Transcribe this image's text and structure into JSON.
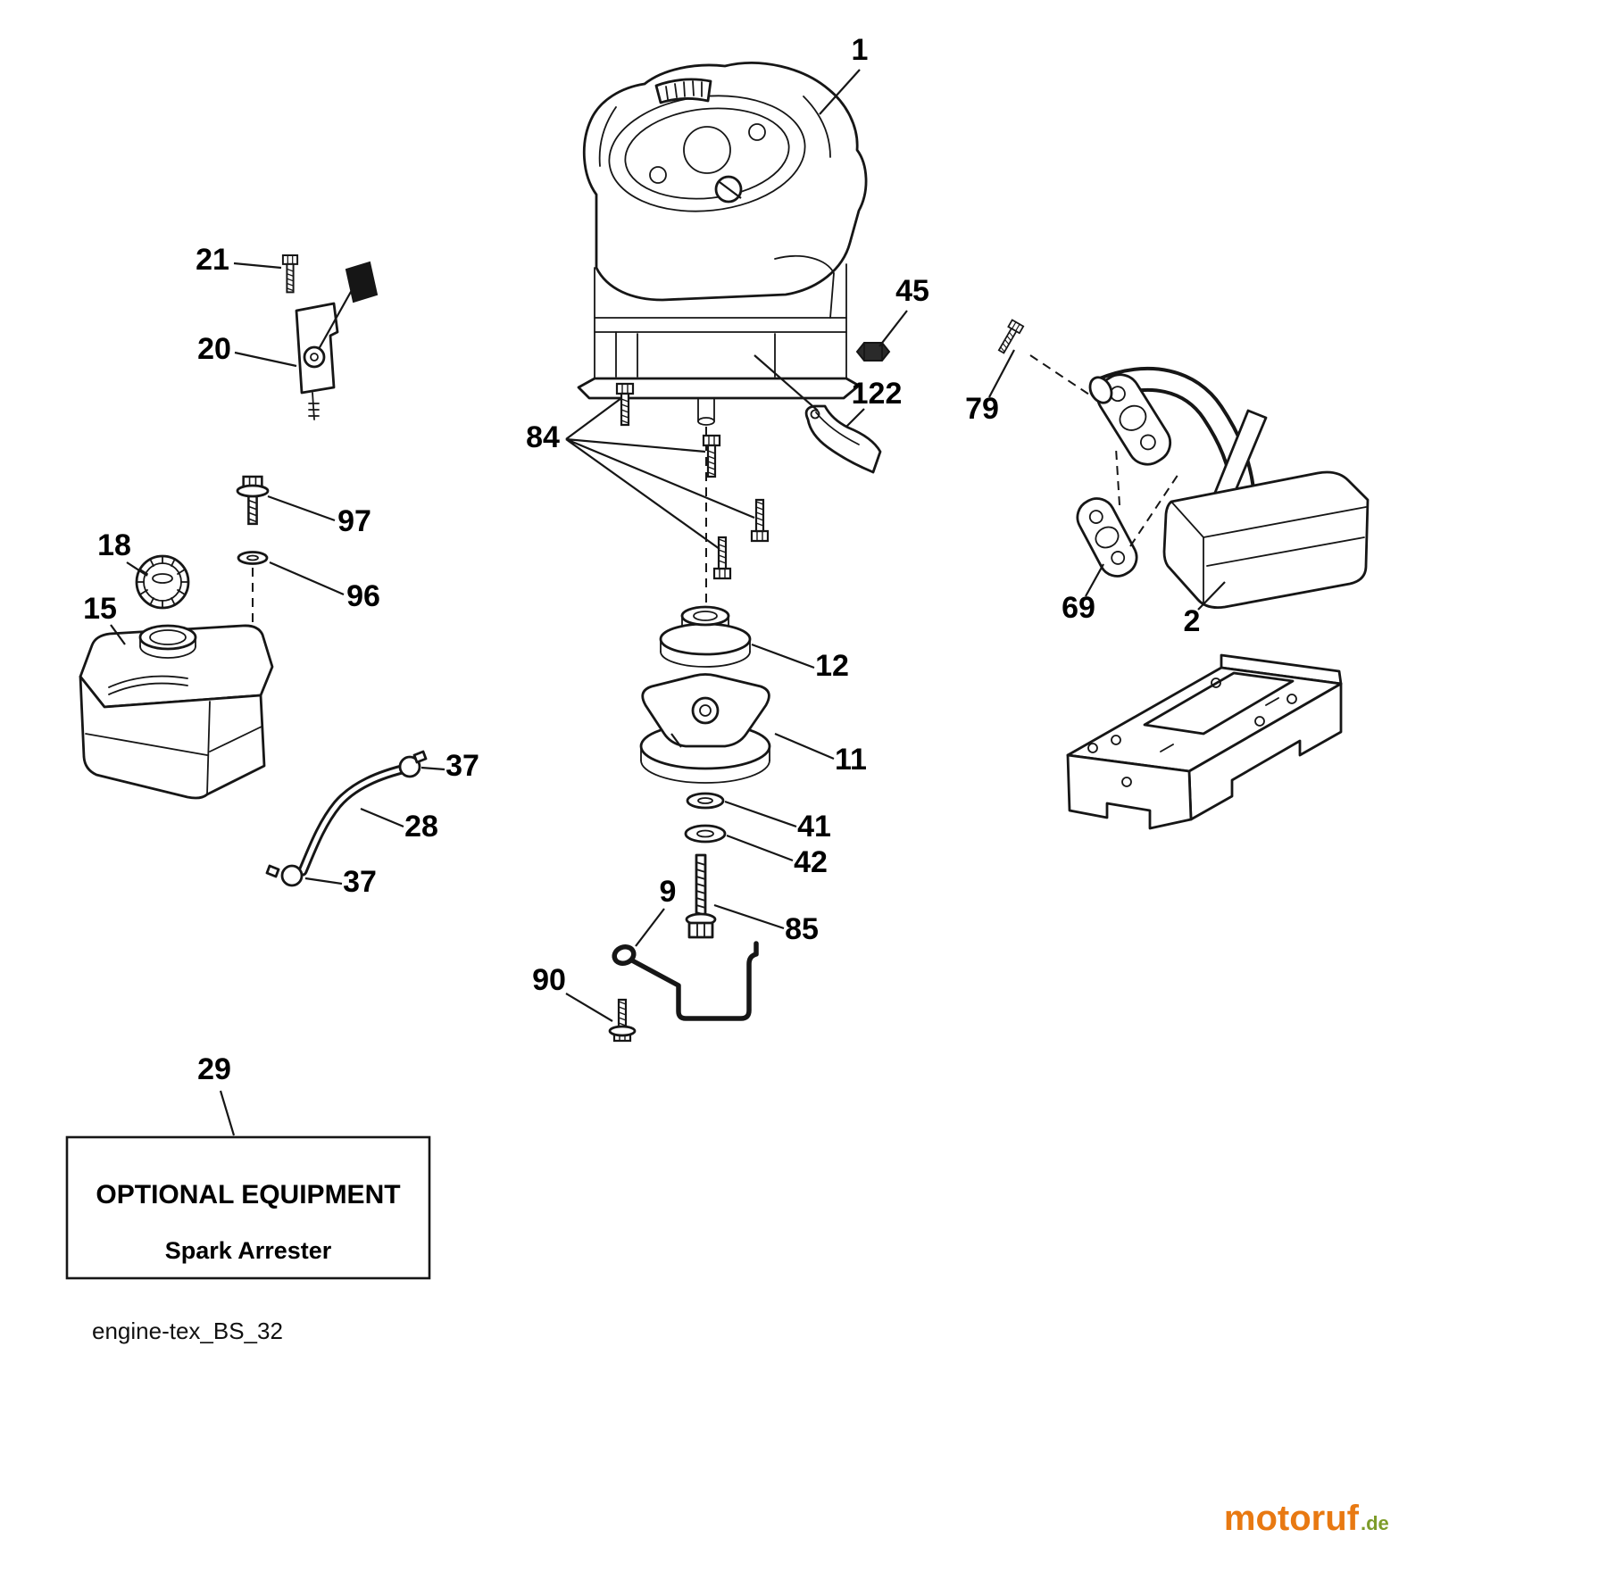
{
  "diagram": {
    "parts": {
      "p1": "1",
      "p2": "2",
      "p9": "9",
      "p11": "11",
      "p12": "12",
      "p15": "15",
      "p18": "18",
      "p20": "20",
      "p21": "21",
      "p28": "28",
      "p29": "29",
      "p37": "37",
      "p41": "41",
      "p42": "42",
      "p45": "45",
      "p69": "69",
      "p79": "79",
      "p84": "84",
      "p85": "85",
      "p90": "90",
      "p96": "96",
      "p97": "97",
      "p122": "122"
    },
    "optional_box": {
      "title": "OPTIONAL EQUIPMENT",
      "subtitle": "Spark Arrester"
    },
    "footer_code": "engine-tex_BS_32",
    "logo": {
      "brand": "motoruf",
      "tld": ".de"
    }
  }
}
